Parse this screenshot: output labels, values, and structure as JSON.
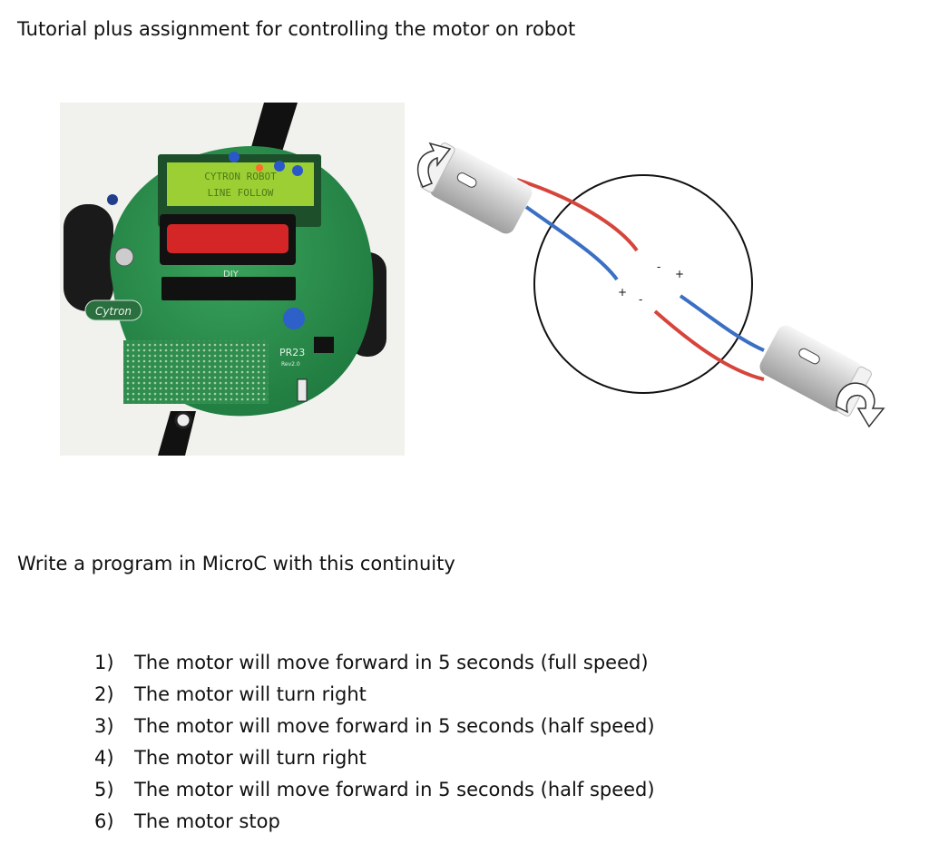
{
  "title": "Tutorial plus assignment for controlling the motor on robot",
  "figure": {
    "lcd_line1": "CYTRON ROBOT",
    "lcd_line2": "LINE FOLLOW",
    "board_brand": "Cytron",
    "board_label": "DIY",
    "board_model": "PR23",
    "board_rev": "Rev2.0",
    "plus_sign": "+",
    "minus_sign": "-"
  },
  "intro": "Write a program in MicroC with this continuity",
  "steps": [
    {
      "num": "1)",
      "text": "The motor will move forward in 5 seconds (full speed)"
    },
    {
      "num": "2)",
      "text": "The motor will turn right"
    },
    {
      "num": "3)",
      "text": "The motor will move forward in 5 seconds (half speed)"
    },
    {
      "num": "4)",
      "text": "The motor will turn right"
    },
    {
      "num": "5)",
      "text": "The motor will move forward in 5 seconds (half speed)"
    },
    {
      "num": "6)",
      "text": "The motor stop"
    }
  ]
}
